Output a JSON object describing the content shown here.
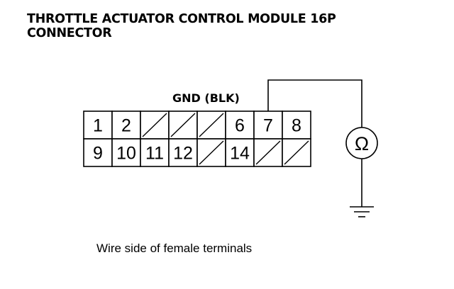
{
  "title": {
    "line1": "THROTTLE ACTUATOR CONTROL MODULE 16P",
    "line2": "CONNECTOR"
  },
  "gnd_label": "GND (BLK)",
  "caption": "Wire side of female terminals",
  "meter_symbol": "Ω",
  "connector": {
    "row1": [
      "1",
      "2",
      "",
      "",
      "",
      "6",
      "7",
      "8"
    ],
    "row2": [
      "9",
      "10",
      "11",
      "12",
      "",
      "14",
      "",
      ""
    ]
  }
}
